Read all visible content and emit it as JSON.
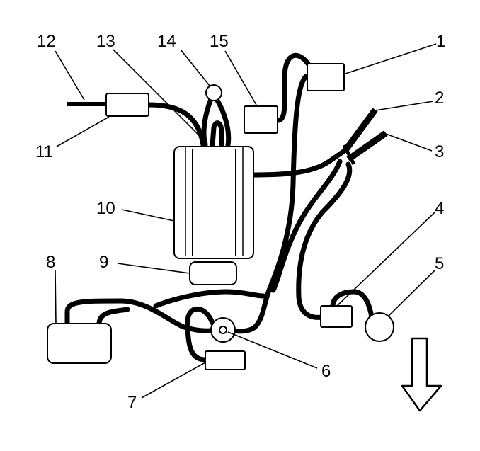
{
  "diagram": {
    "callouts": {
      "c1": "1",
      "c2": "2",
      "c3": "3",
      "c4": "4",
      "c5": "5",
      "c6": "6",
      "c7": "7",
      "c8": "8",
      "c9": "9",
      "c10": "10",
      "c11": "11",
      "c12": "12",
      "c13": "13",
      "c14": "14",
      "c15": "15"
    },
    "direction_arrow": "down",
    "colors": {
      "line": "#000000",
      "background": "#ffffff"
    }
  }
}
